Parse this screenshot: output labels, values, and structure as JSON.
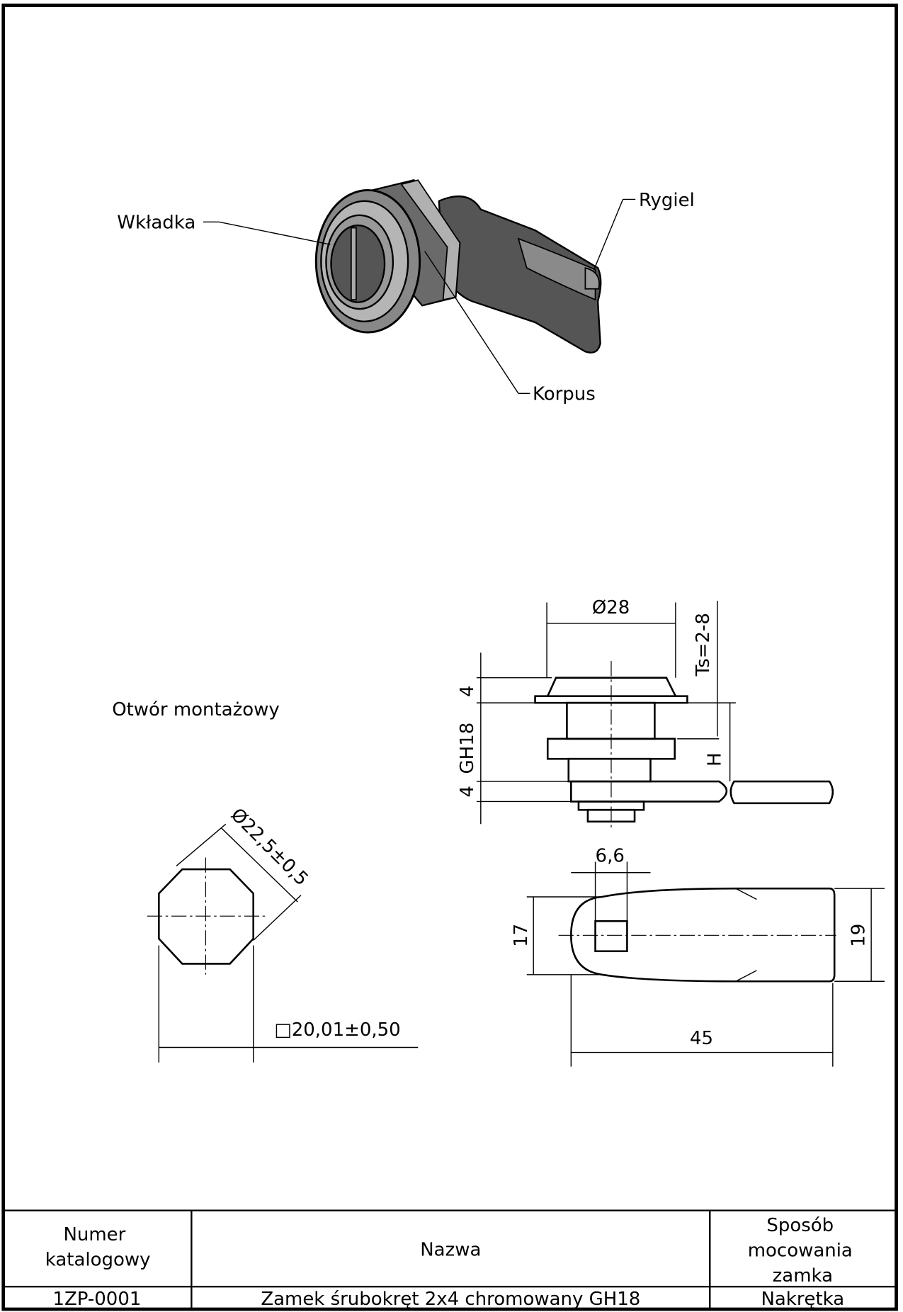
{
  "render_labels": {
    "insert": "Wkładka",
    "cam": "Rygiel",
    "body": "Korpus"
  },
  "mounting_hole": {
    "title": "Otwór montażowy",
    "diameter": "Ø22,5±0,5",
    "square": "□20,01±0,50"
  },
  "side_view": {
    "diameter": "Ø28",
    "ts": "Ts=2-8",
    "dim_top": "4",
    "thread": "GH18",
    "dim_bottom": "4",
    "h": "H"
  },
  "top_view": {
    "square": "6,6",
    "width_left": "17",
    "width_right": "19",
    "length": "45"
  },
  "table": {
    "headers": [
      "Numer\nkatalogowy",
      "Nazwa",
      "Sposób\nmocowania\nzamka"
    ],
    "header_lines": {
      "number": [
        "Numer",
        "katalogowy"
      ],
      "name": [
        "Nazwa"
      ],
      "mounting": [
        "Sposób",
        "mocowania",
        "zamka"
      ]
    },
    "rows": [
      {
        "number": "1ZP-0001",
        "name": "Zamek śrubokręt 2x4 chromowany GH18",
        "mounting": "Nakrętka"
      }
    ]
  }
}
